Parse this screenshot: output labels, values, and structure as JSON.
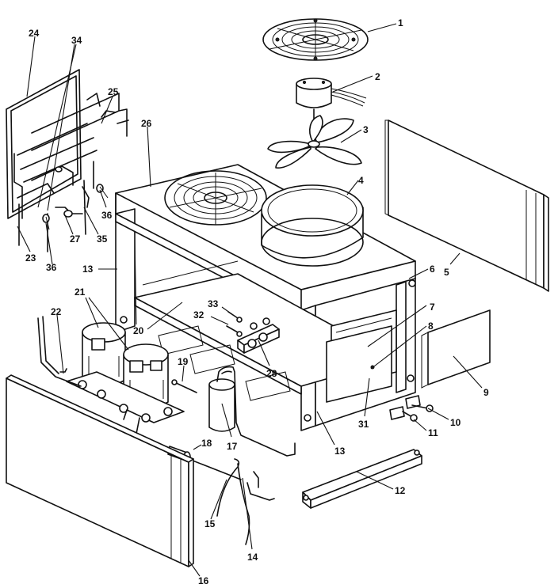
{
  "callouts": {
    "c1": "1",
    "c2": "2",
    "c3": "3",
    "c4": "4",
    "c5": "5",
    "c6": "6",
    "c7": "7",
    "c8": "8",
    "c9": "9",
    "c10": "10",
    "c11": "11",
    "c12": "12",
    "c13a": "13",
    "c13b": "13",
    "c14": "14",
    "c15": "15",
    "c16": "16",
    "c17": "17",
    "c18": "18",
    "c19": "19",
    "c20": "20",
    "c21": "21",
    "c22": "22",
    "c23": "23",
    "c24": "24",
    "c25": "25",
    "c26": "26",
    "c27": "27",
    "c28": "28",
    "c31": "31",
    "c32": "32",
    "c33": "33",
    "c34": "34",
    "c35": "35",
    "c36a": "36",
    "c36b": "36"
  }
}
